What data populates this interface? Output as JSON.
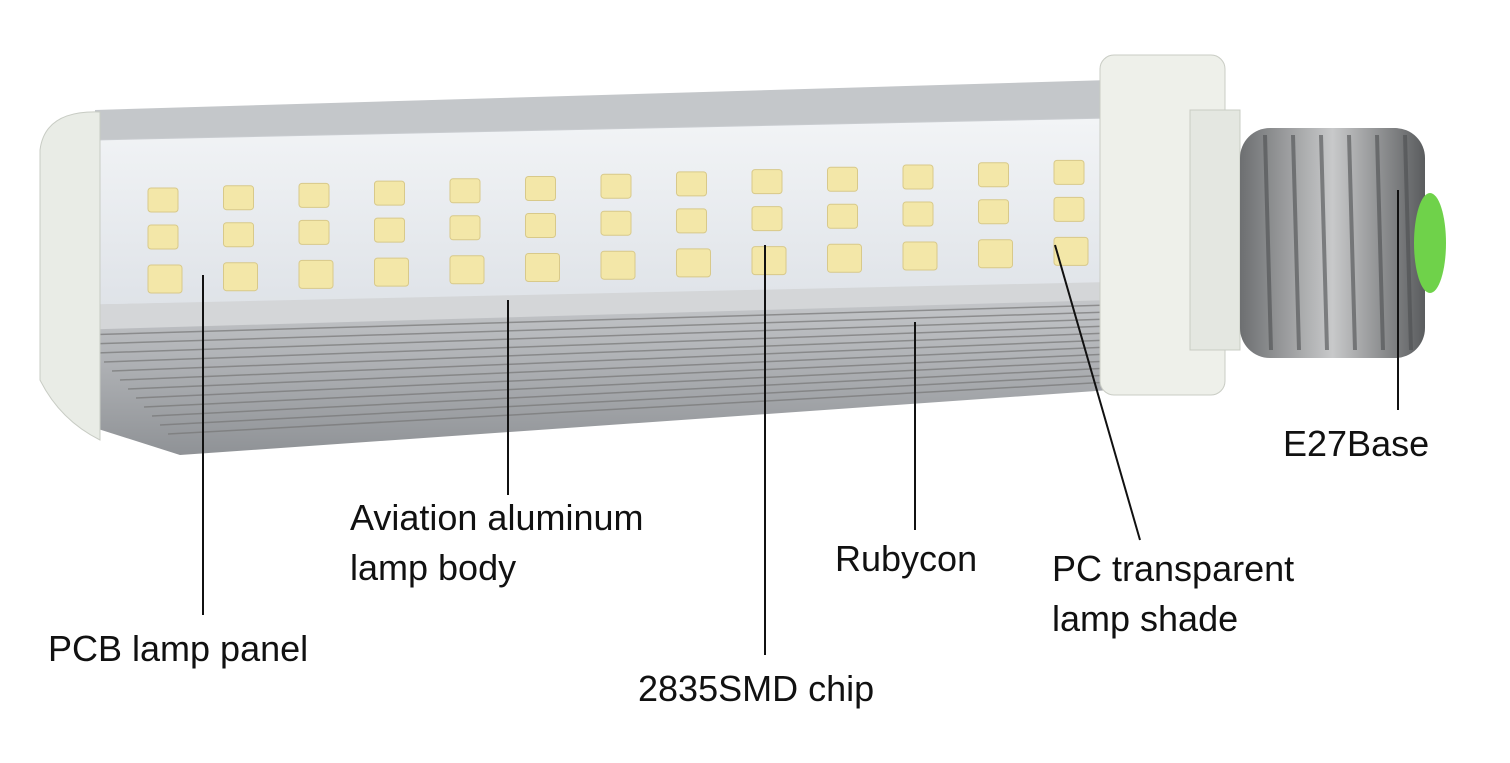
{
  "labels": {
    "pcb": "PCB lamp panel",
    "aviation_line1": "Aviation aluminum",
    "aviation_line2": "lamp body",
    "chip": "2835SMD chip",
    "rubycon": "Rubycon",
    "pc_line1": "PC transparent",
    "pc_line2": "lamp shade",
    "base": "E27Base"
  },
  "colors": {
    "led": "#f3e7a8",
    "aluminum": "#b9bcc0",
    "cap": "#ecefe8",
    "screw": "#8e9092",
    "plug": "#6fd24a"
  }
}
